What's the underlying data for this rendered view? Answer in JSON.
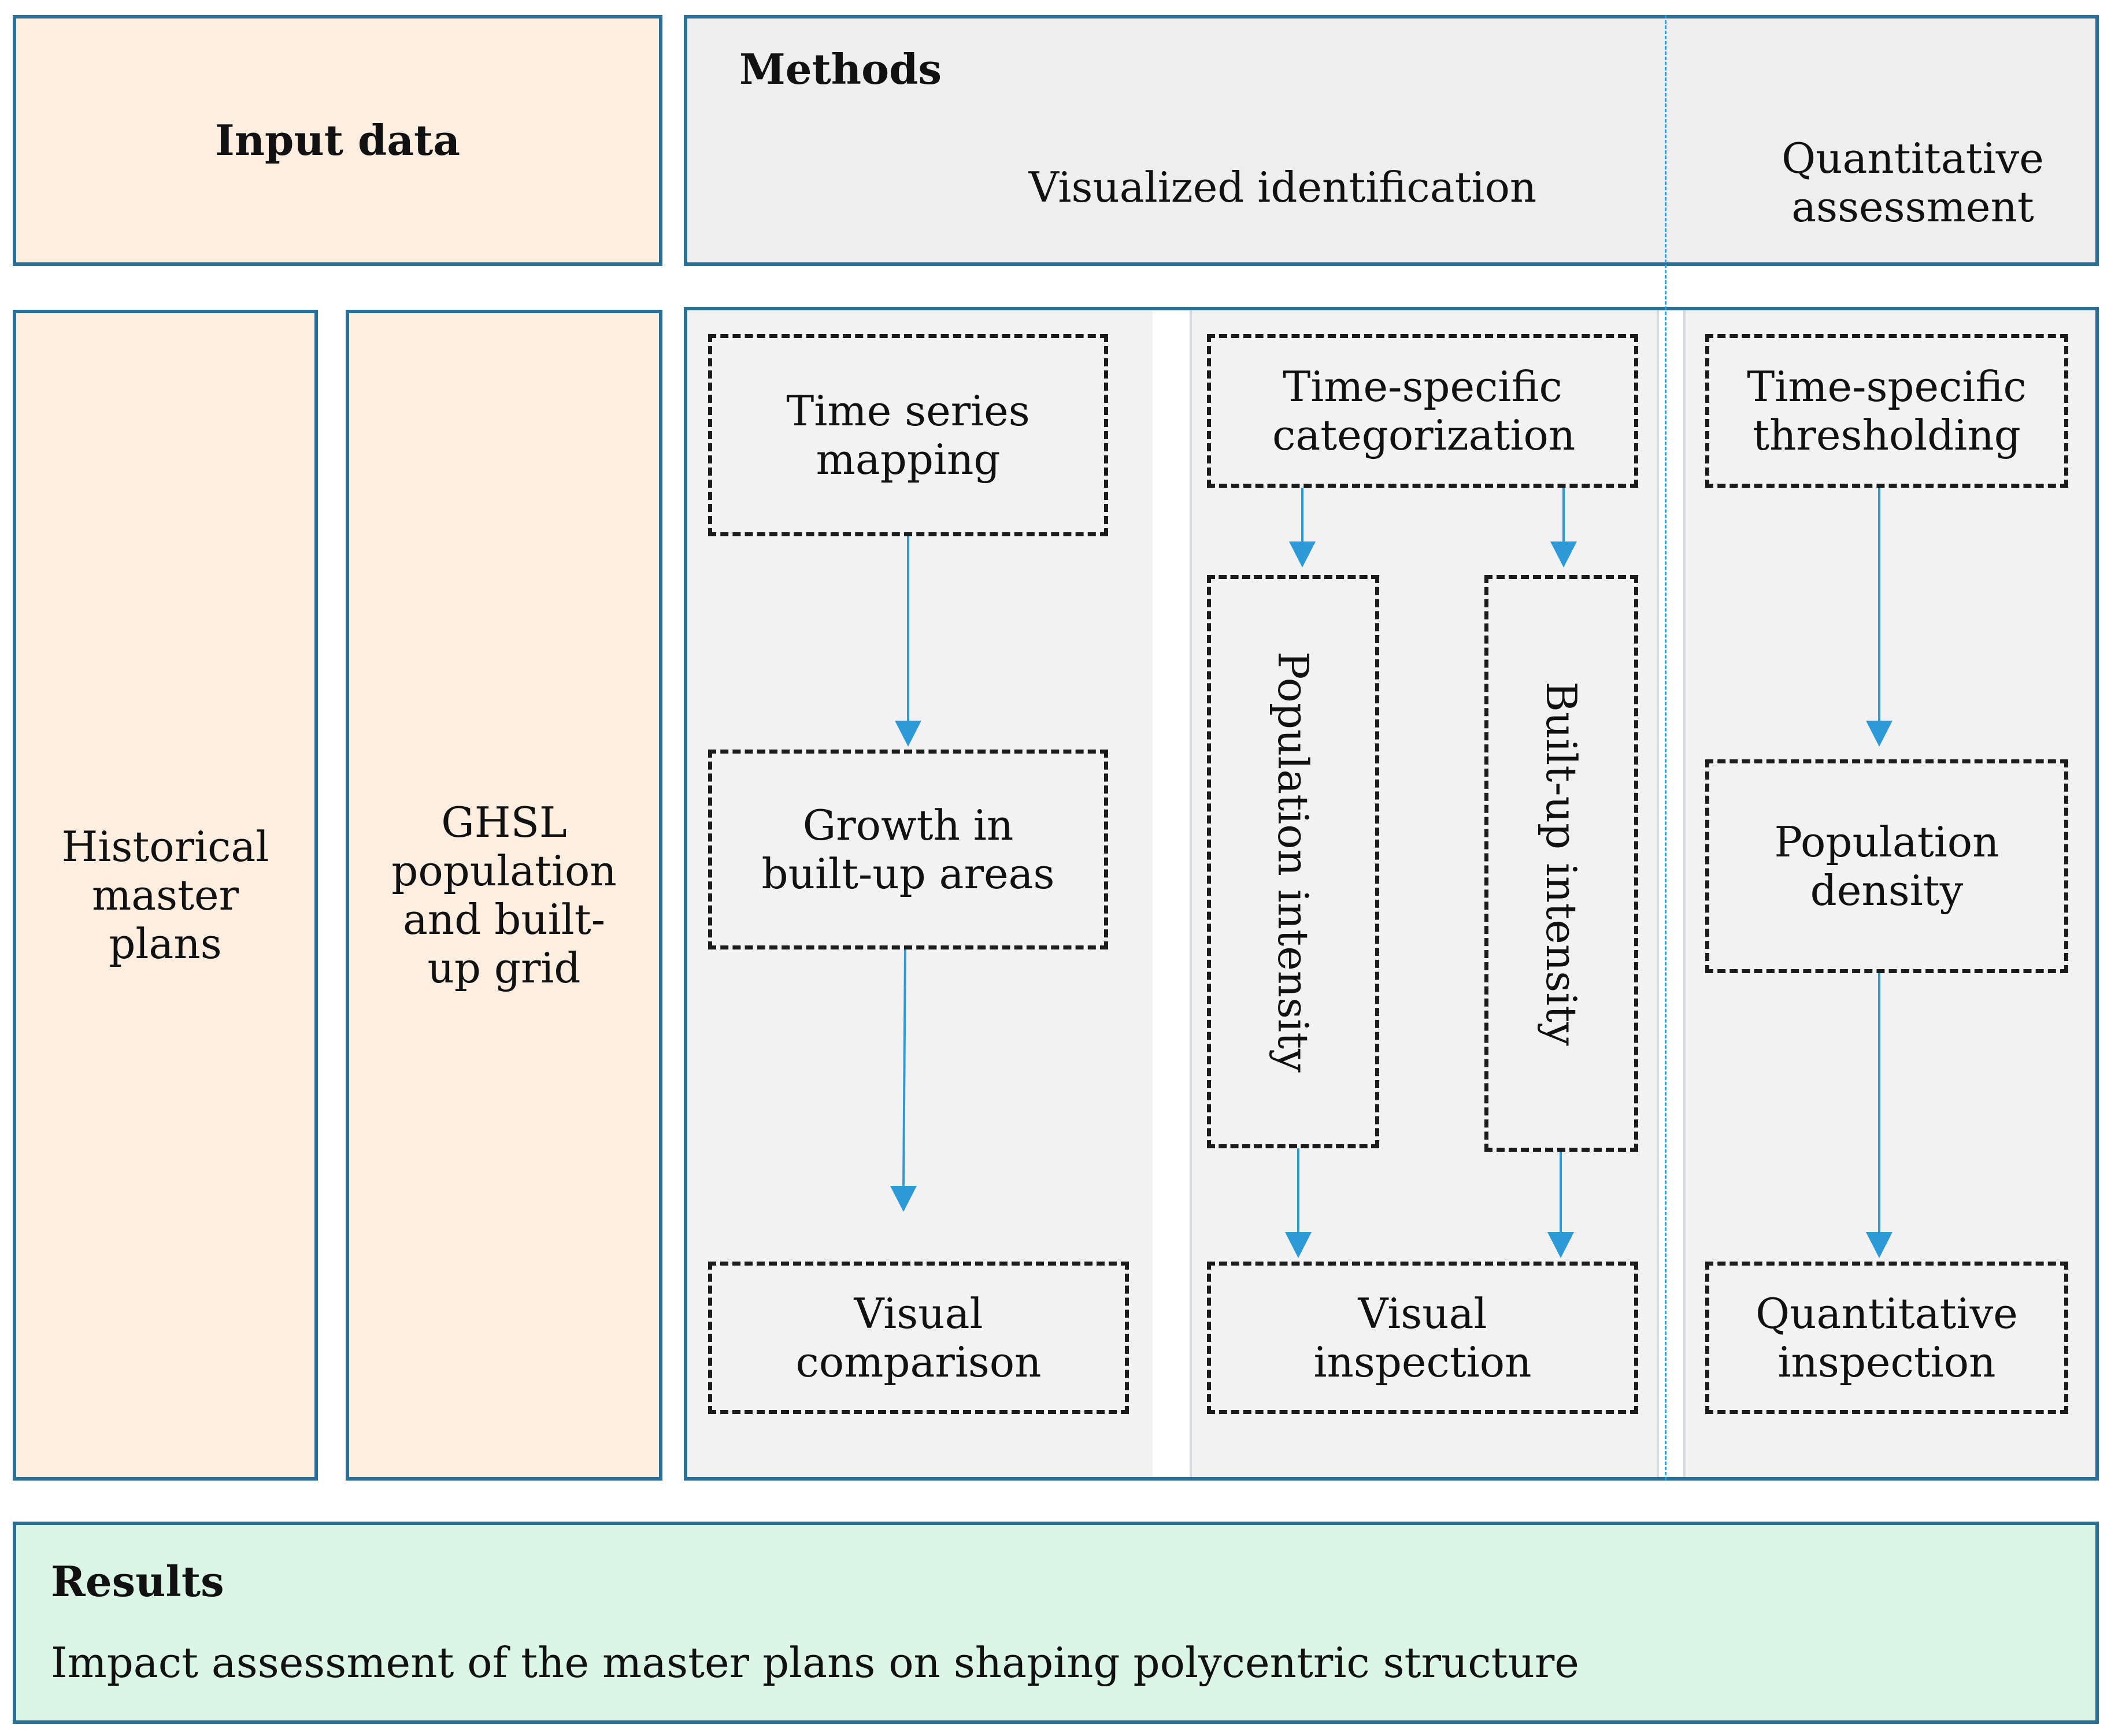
{
  "header": {
    "input_title": "Input data",
    "methods_title": "Methods",
    "visualized_title": "Visualized identification",
    "quantitative_title": "Quantitative assessment"
  },
  "inputs": {
    "historical": "Historical master plans",
    "ghsl": "GHSL population and built-up grid"
  },
  "visual_col": {
    "time_series": "Time series mapping",
    "growth": "Growth in built-up areas",
    "comparison": "Visual comparison"
  },
  "categorization_col": {
    "time_specific": "Time-specific categorization",
    "population_intensity": "Population intensity",
    "builtup_intensity": "Built-up intensity",
    "inspection": "Visual inspection"
  },
  "quant_col": {
    "thresholding": "Time-specific thresholding",
    "density": "Population density",
    "inspection": "Quantitative inspection"
  },
  "results": {
    "title": "Results",
    "text": "Impact assessment of the master plans on shaping polycentric structure"
  },
  "colors": {
    "frame": "#2a6f97",
    "arrow": "#2b9ad6",
    "input_fill": "#fdeee0",
    "methods_fill": "#eeeeee",
    "results_fill": "#dcf6e6"
  }
}
